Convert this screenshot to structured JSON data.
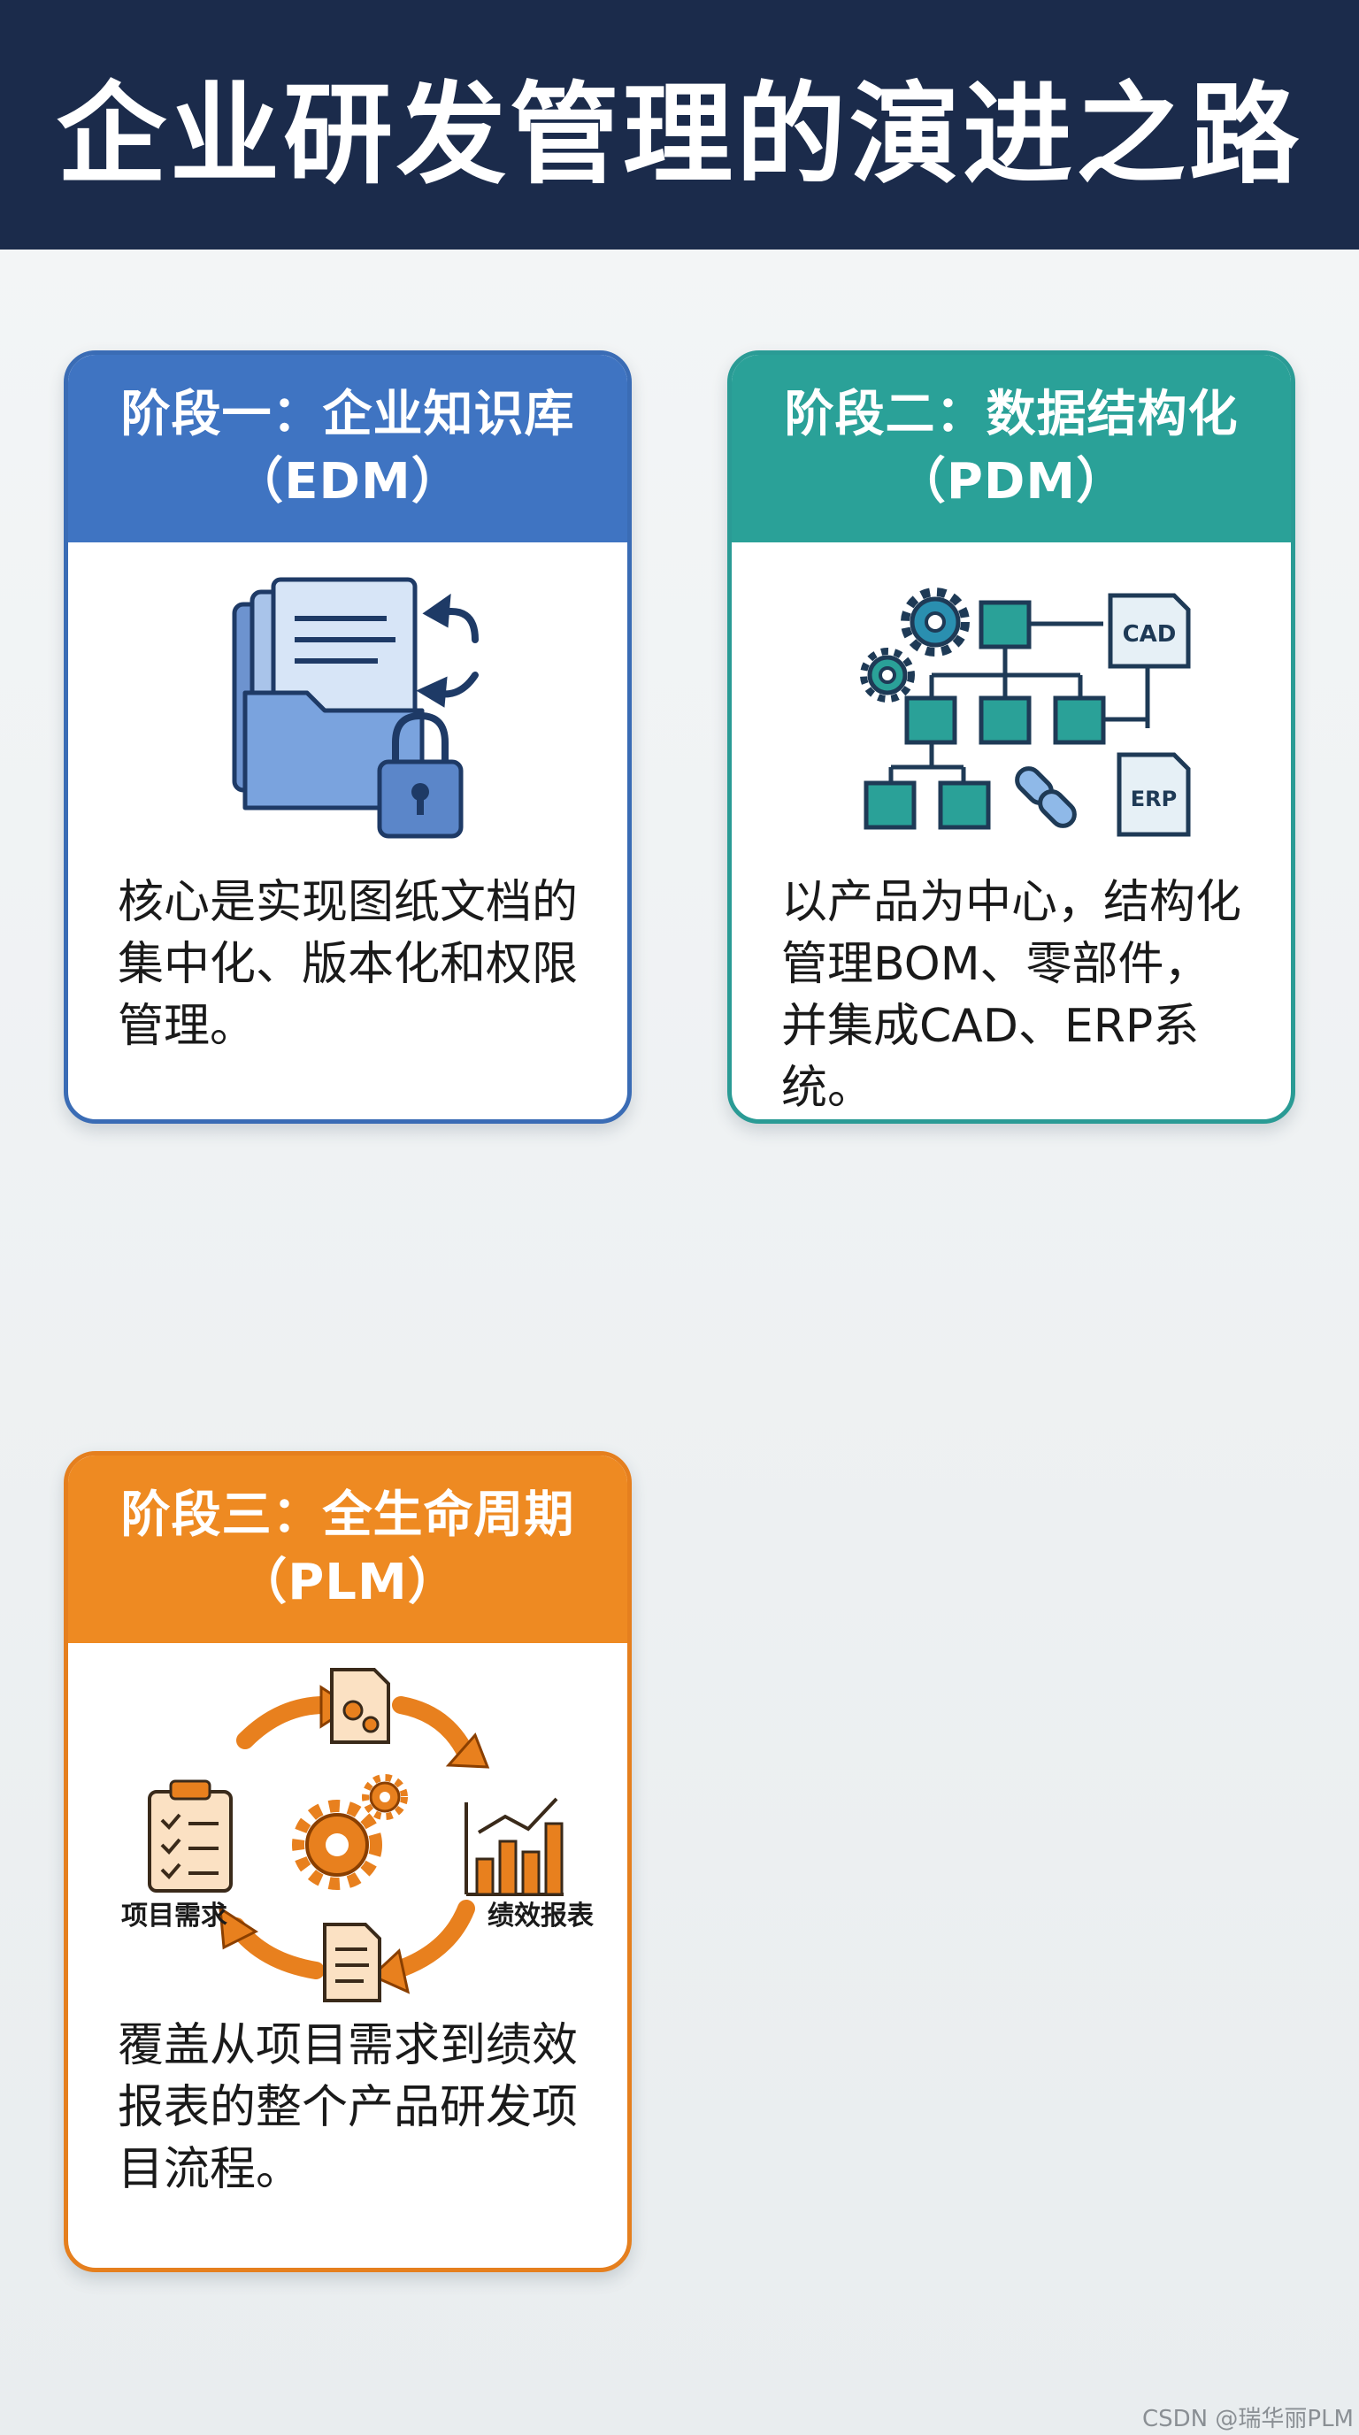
{
  "page_title": "企业研发管理的演进之路",
  "stages": [
    {
      "title_line1": "阶段一：企业知识库",
      "title_line2": "（EDM）",
      "description": "核心是实现图纸文档的集中化、版本化和权限管理。",
      "accent": "#3f74c2",
      "icons": [
        "folder-stack-icon",
        "sync-arrows-icon",
        "padlock-icon"
      ]
    },
    {
      "title_line1": "阶段二：数据结构化",
      "title_line2": "（PDM）",
      "description": "以产品为中心，结构化管理BOM、零部件，并集成CAD、ERP系统。",
      "accent": "#2aa198",
      "icons": [
        "gear-icon",
        "hierarchy-tree-icon",
        "link-chain-icon"
      ],
      "icon_labels": {
        "cad": "CAD",
        "erp": "ERP"
      }
    },
    {
      "title_line1": "阶段三：全生命周期",
      "title_line2": "（PLM）",
      "description": "覆盖从项目需求到绩效报表的整个产品研发项目流程。",
      "accent": "#ee8a22",
      "icons": [
        "cycle-arrows-icon",
        "clipboard-checklist-icon",
        "bar-chart-icon",
        "document-icon",
        "gear-icon"
      ],
      "icon_labels": {
        "left": "项目需求",
        "right": "绩效报表"
      }
    }
  ],
  "watermark": "CSDN @瑞华丽PLM"
}
